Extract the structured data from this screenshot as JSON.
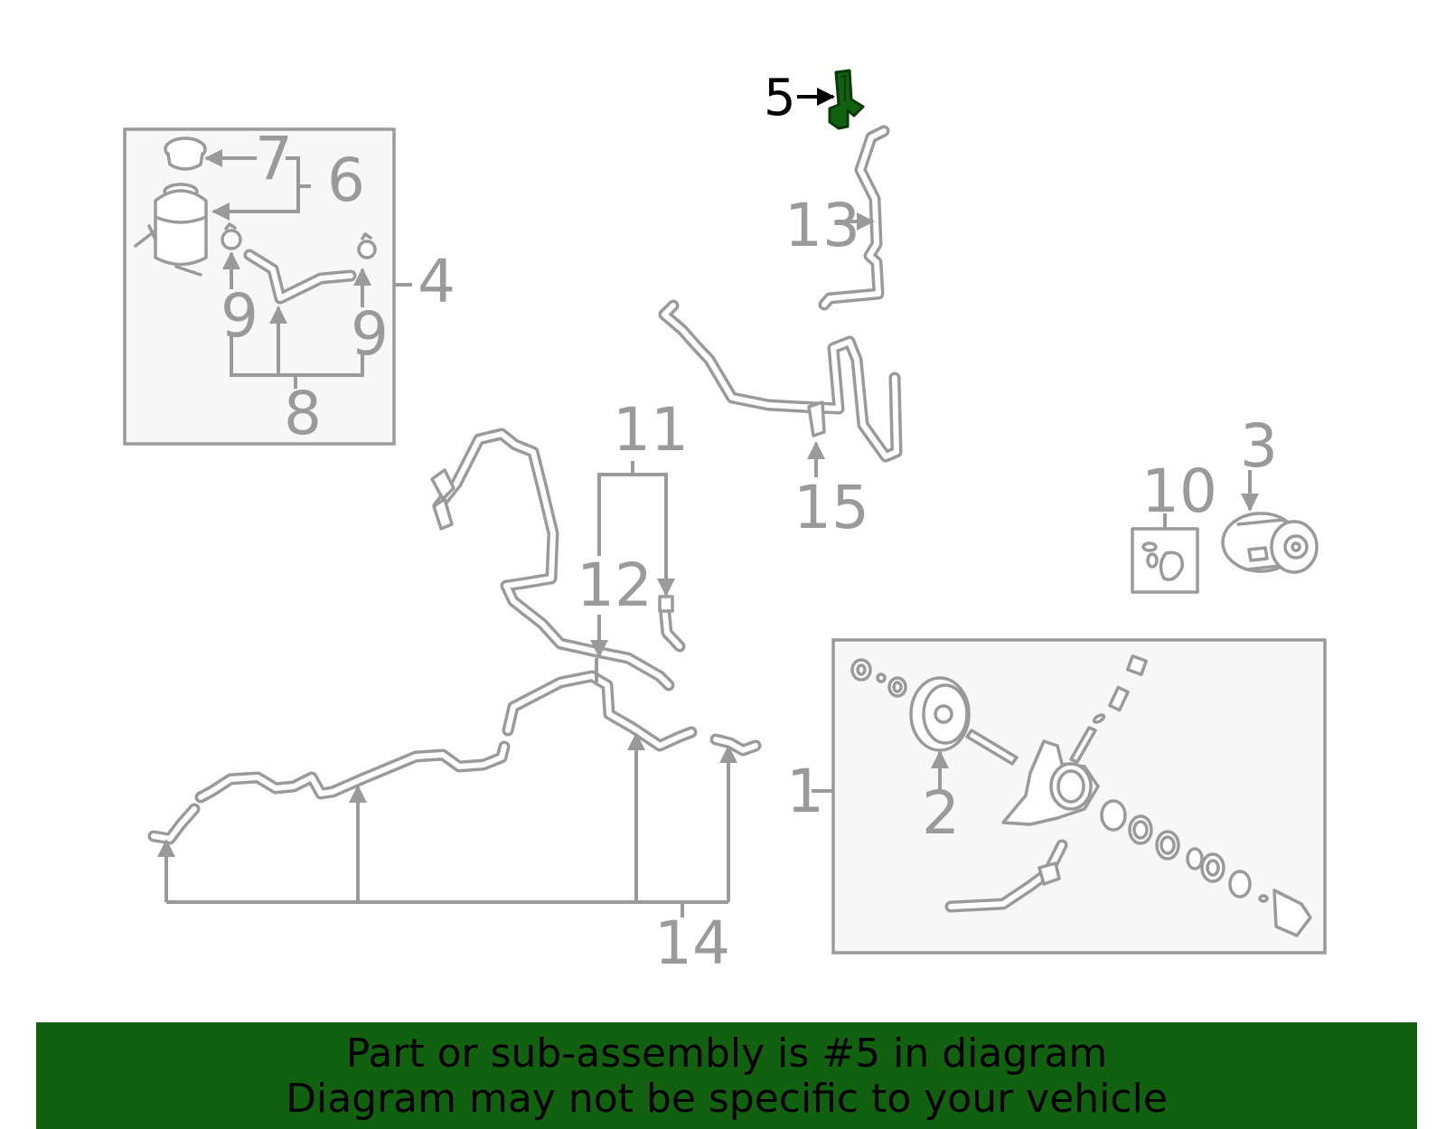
{
  "diagram": {
    "highlight_color": "#116111",
    "callouts": {
      "c1": "1",
      "c2": "2",
      "c3": "3",
      "c4": "4",
      "c5": "5",
      "c6": "6",
      "c7": "7",
      "c8": "8",
      "c9a": "9",
      "c9b": "9",
      "c10": "10",
      "c11": "11",
      "c12": "12",
      "c13": "13",
      "c14": "14",
      "c15": "15"
    }
  },
  "banner": {
    "line1": "Part or sub-assembly is #5 in diagram",
    "line2": "Diagram may not be specific to your vehicle",
    "background": "#116111"
  }
}
